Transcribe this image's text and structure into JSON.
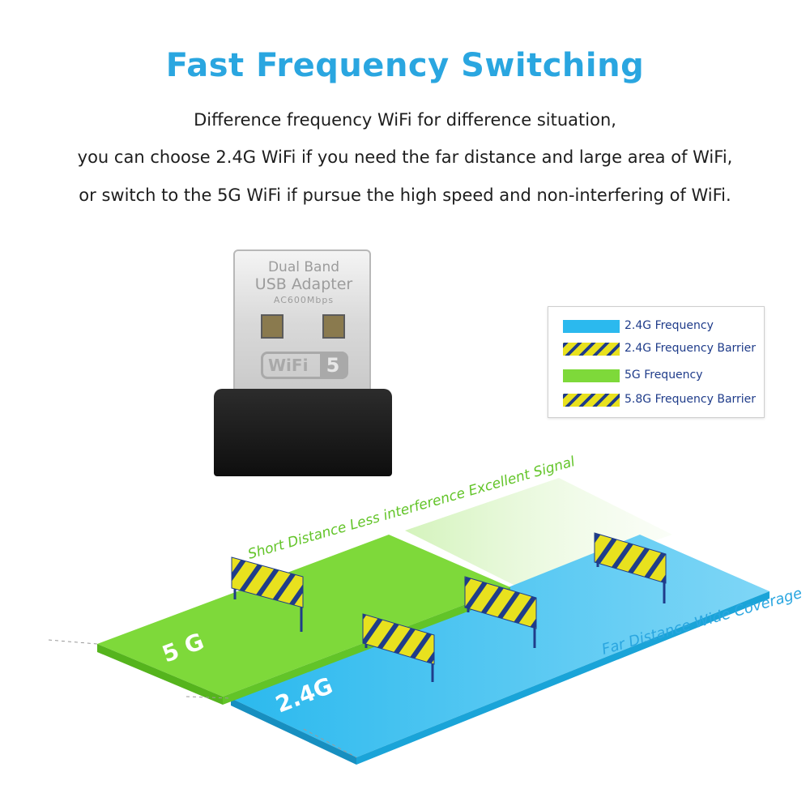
{
  "title": "Fast Frequency Switching",
  "description": [
    "Difference frequency WiFi for difference situation,",
    "you can choose 2.4G WiFi if you need the far distance and large area of WiFi,",
    "or switch to the 5G WiFi if pursue the high speed and non-interfering of WiFi."
  ],
  "adapter": {
    "line1": "Dual Band",
    "line2": "USB Adapter",
    "line3": "AC600Mbps",
    "badge_word": "WiFi",
    "badge_num": "5"
  },
  "legend": [
    {
      "label": "2.4G Frequency",
      "swatch": "blue"
    },
    {
      "label": "2.4G Frequency Barrier",
      "swatch": "stripe"
    },
    {
      "label": "5G Frequency",
      "swatch": "green"
    },
    {
      "label": "5.8G Frequency Barrier",
      "swatch": "stripe"
    }
  ],
  "plates": {
    "green_label": "5 G",
    "blue_label": "2.4G"
  },
  "captions": {
    "green": "Short Distance  Less interference  Excellent Signal",
    "blue": "Far Distance  Wide Coverage"
  },
  "colors": {
    "title": "#2aa6e0",
    "green": "#7ed93a",
    "blue": "#2bb9ee",
    "barrier_yellow": "#e8e11e",
    "barrier_stripe": "#1f3c8a"
  }
}
